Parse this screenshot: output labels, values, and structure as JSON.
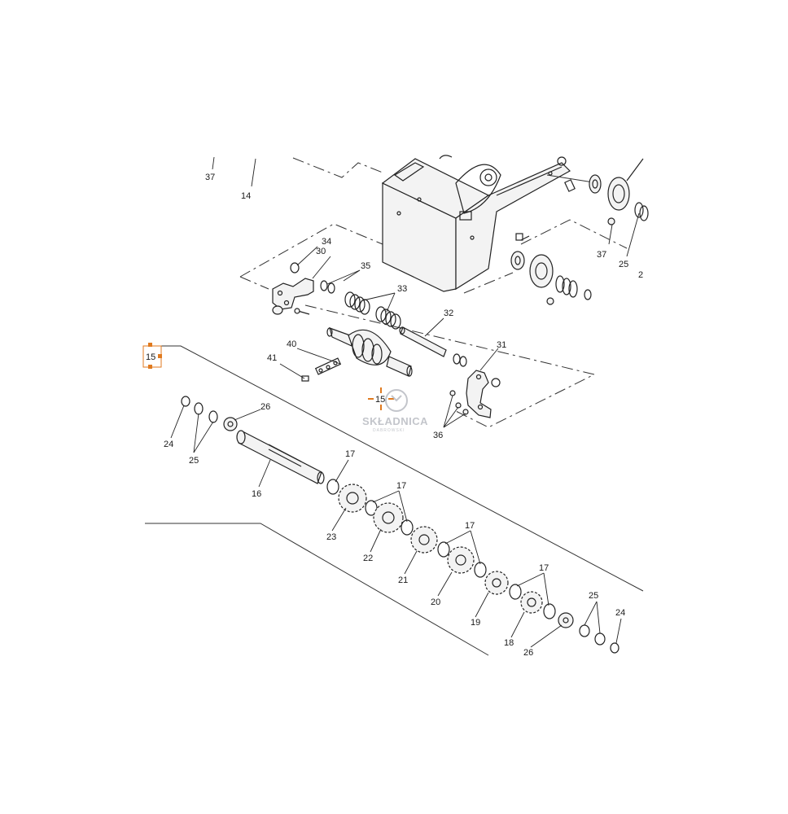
{
  "labels": {
    "l37a": "37",
    "l14": "14",
    "l37b": "37",
    "l25a": "25",
    "l2": "2",
    "l34": "34",
    "l30": "30",
    "l35": "35",
    "l33": "33",
    "l32": "32",
    "l40": "40",
    "l41": "41",
    "l15a": "15",
    "l15b": "15",
    "l31": "31",
    "l36": "36",
    "l26a": "26",
    "l24a": "24",
    "l25b": "25",
    "l16": "16",
    "l17a": "17",
    "l23": "23",
    "l17b": "17",
    "l22": "22",
    "l21": "21",
    "l17c": "17",
    "l20": "20",
    "l19": "19",
    "l17d": "17",
    "l18": "18",
    "l26b": "26",
    "l25c": "25",
    "l24b": "24"
  },
  "watermark": {
    "name": "SKŁADNICA",
    "sub": "DABROWSKI"
  },
  "colors": {
    "line": "#222222",
    "accent": "#e07a1f",
    "watermark": "#b9bcc2"
  }
}
